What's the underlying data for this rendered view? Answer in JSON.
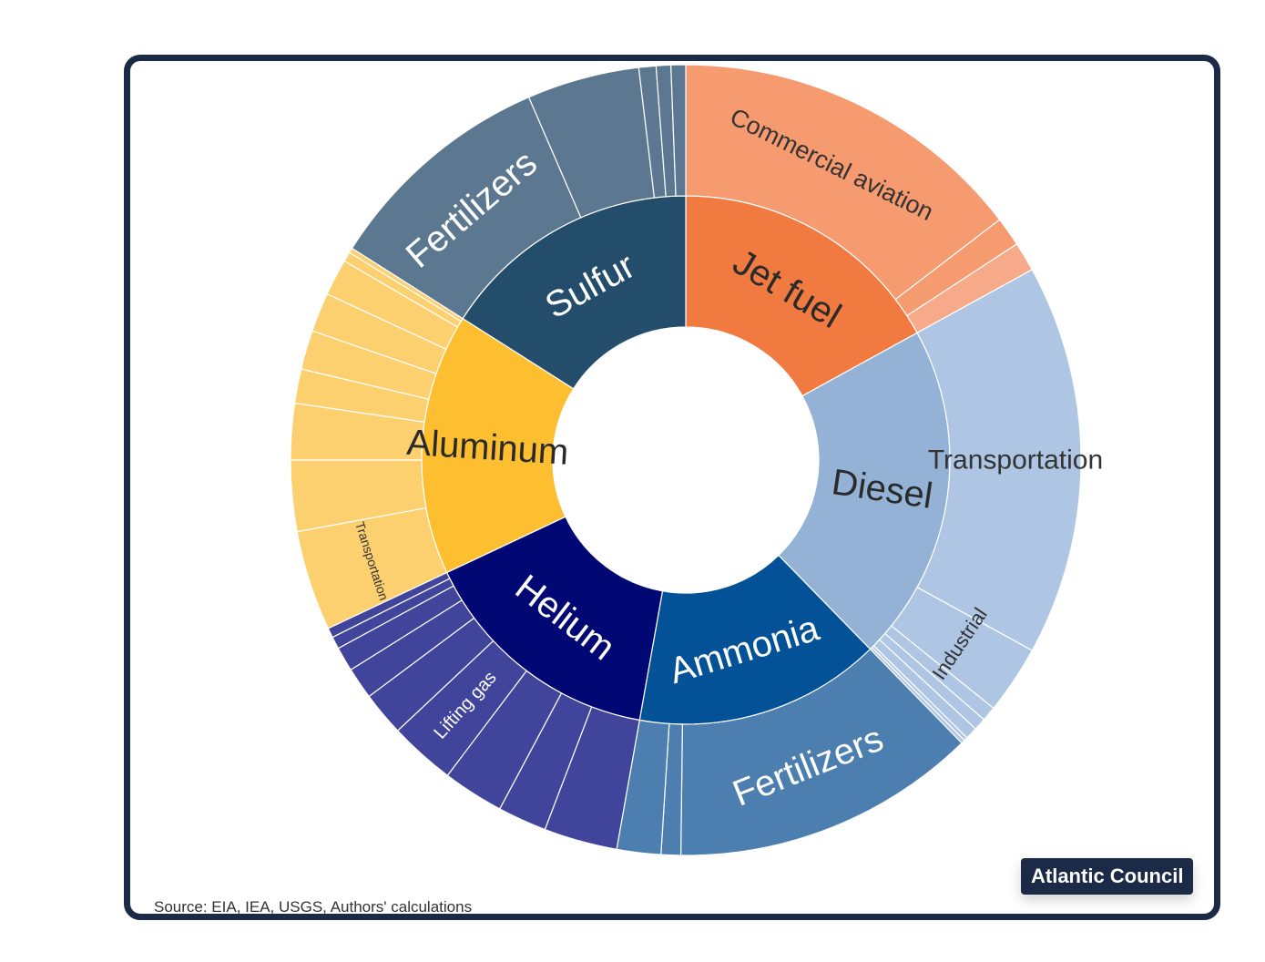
{
  "source": "Source: EIA, IEA, USGS, Authors' calculations",
  "brand": "Atlantic Council",
  "colors": {
    "frame": "#1b2a47",
    "jet_fuel": "#f07a40",
    "jet_fuel_outer": "#f69a70",
    "diesel": "#93b2d6",
    "diesel_outer": "#aec6e3",
    "ammonia": "#035196",
    "ammonia_outer": "#4c7faf",
    "helium": "#020873",
    "helium_outer": "#41449b",
    "aluminum": "#fdbe30",
    "aluminum_outer": "#fdd06f",
    "sulfur": "#244c6b",
    "sulfur_outer": "#5b7890"
  },
  "chart_data": {
    "type": "sunburst",
    "rings": [
      "commodity",
      "use"
    ],
    "start_angle_deg": 0,
    "direction": "clockwise from 12 o'clock",
    "inner": [
      {
        "name": "Jet fuel",
        "value": 17.0,
        "color": "#f07a40",
        "label_color": "#2a2a2a"
      },
      {
        "name": "Diesel",
        "value": 20.7,
        "color": "#93b2d6",
        "label_color": "#2a2a2a"
      },
      {
        "name": "Ammonia",
        "value": 15.1,
        "color": "#035196",
        "label_color": "#ffffff"
      },
      {
        "name": "Helium",
        "value": 15.2,
        "color": "#020873",
        "label_color": "#ffffff"
      },
      {
        "name": "Aluminum",
        "value": 16.0,
        "color": "#fdbe30",
        "label_color": "#2a2a2a"
      },
      {
        "name": "Sulfur",
        "value": 16.0,
        "color": "#244c6b",
        "label_color": "#ffffff"
      }
    ],
    "outer": [
      {
        "parent": "Jet fuel",
        "name": "Commercial aviation",
        "value": 14.6,
        "color": "#f69a70"
      },
      {
        "parent": "Jet fuel",
        "name": "",
        "value": 1.2,
        "color": "#f69a70"
      },
      {
        "parent": "Jet fuel",
        "name": "",
        "value": 1.2,
        "color": "#f7aa89"
      },
      {
        "parent": "Diesel",
        "name": "Transportation",
        "value": 16.0,
        "color": "#aec6e3"
      },
      {
        "parent": "Diesel",
        "name": "Industrial",
        "value": 2.8,
        "color": "#aec6e3"
      },
      {
        "parent": "Diesel",
        "name": "",
        "value": 0.6,
        "color": "#aec6e3"
      },
      {
        "parent": "Diesel",
        "name": "",
        "value": 0.5,
        "color": "#aec6e3"
      },
      {
        "parent": "Diesel",
        "name": "",
        "value": 0.5,
        "color": "#aec6e3"
      },
      {
        "parent": "Diesel",
        "name": "",
        "value": 0.15,
        "color": "#aec6e3"
      },
      {
        "parent": "Diesel",
        "name": "",
        "value": 0.15,
        "color": "#aec6e3"
      },
      {
        "parent": "Ammonia",
        "name": "Fertilizers",
        "value": 12.5,
        "color": "#4c7faf"
      },
      {
        "parent": "Ammonia",
        "name": "",
        "value": 0.8,
        "color": "#4c7faf"
      },
      {
        "parent": "Ammonia",
        "name": "",
        "value": 1.8,
        "color": "#4c7faf"
      },
      {
        "parent": "Helium",
        "name": "",
        "value": 3.0,
        "color": "#41449b"
      },
      {
        "parent": "Helium",
        "name": "",
        "value": 2.0,
        "color": "#41449b"
      },
      {
        "parent": "Helium",
        "name": "",
        "value": 2.5,
        "color": "#41449b"
      },
      {
        "parent": "Helium",
        "name": "Lifting gas",
        "value": 2.7,
        "color": "#41449b"
      },
      {
        "parent": "Helium",
        "name": "",
        "value": 1.8,
        "color": "#41449b"
      },
      {
        "parent": "Helium",
        "name": "",
        "value": 1.3,
        "color": "#41449b"
      },
      {
        "parent": "Helium",
        "name": "",
        "value": 1.0,
        "color": "#41449b"
      },
      {
        "parent": "Helium",
        "name": "",
        "value": 0.5,
        "color": "#41449b"
      },
      {
        "parent": "Helium",
        "name": "",
        "value": 0.4,
        "color": "#41449b"
      },
      {
        "parent": "Aluminum",
        "name": "Transportation",
        "value": 4.1,
        "color": "#fdd06f"
      },
      {
        "parent": "Aluminum",
        "name": "",
        "value": 2.9,
        "color": "#fdd06f"
      },
      {
        "parent": "Aluminum",
        "name": "",
        "value": 2.3,
        "color": "#fdd06f"
      },
      {
        "parent": "Aluminum",
        "name": "",
        "value": 1.4,
        "color": "#fdd06f"
      },
      {
        "parent": "Aluminum",
        "name": "",
        "value": 1.6,
        "color": "#fdd06f"
      },
      {
        "parent": "Aluminum",
        "name": "",
        "value": 1.6,
        "color": "#fdd06f"
      },
      {
        "parent": "Aluminum",
        "name": "",
        "value": 1.5,
        "color": "#fdd06f"
      },
      {
        "parent": "Aluminum",
        "name": "",
        "value": 0.4,
        "color": "#fdd06f"
      },
      {
        "parent": "Aluminum",
        "name": "",
        "value": 0.2,
        "color": "#fdd06f"
      },
      {
        "parent": "Sulfur",
        "name": "Fertilizers",
        "value": 9.5,
        "color": "#5b7890"
      },
      {
        "parent": "Sulfur",
        "name": "",
        "value": 4.6,
        "color": "#5b7890"
      },
      {
        "parent": "Sulfur",
        "name": "",
        "value": 0.7,
        "color": "#5b7890"
      },
      {
        "parent": "Sulfur",
        "name": "",
        "value": 0.6,
        "color": "#5b7890"
      },
      {
        "parent": "Sulfur",
        "name": "",
        "value": 0.6,
        "color": "#5b7890"
      }
    ]
  }
}
